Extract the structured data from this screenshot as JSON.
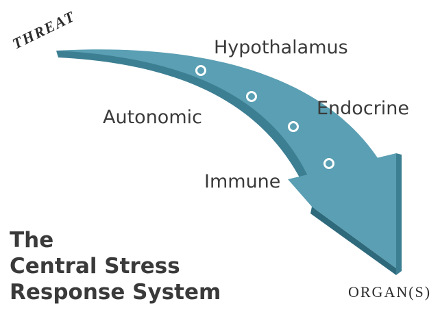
{
  "labels": {
    "threat": "THREAT",
    "hypothalamus": "Hypothalamus",
    "autonomic": "Autonomic",
    "endocrine": "Endocrine",
    "immune": "Immune",
    "organ": "ORGAN(S)"
  },
  "title": {
    "line1": "The",
    "line2": "Central Stress",
    "line3": "Response System"
  },
  "colors": {
    "arrow_top": "#5a9fb3",
    "arrow_side": "#3d7f92",
    "arrow_dark": "#2e6a7c",
    "marker": "#ffffff"
  }
}
